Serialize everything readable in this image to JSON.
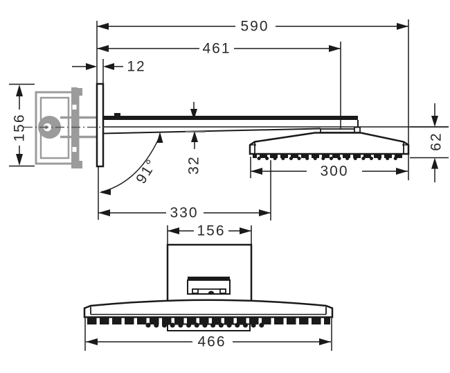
{
  "drawing": {
    "subject": "wall-mounted-overhead-shower-dimension-drawing",
    "colors": {
      "line": "#1a1a1a",
      "gray": "#9b9b9b",
      "background": "#ffffff",
      "text": "#2a2a2a"
    },
    "dimensions": {
      "projection_total": "590",
      "wall_to_head_attach": "461",
      "plate_thickness": "12",
      "plate_height": "156",
      "arm_angle": "91°",
      "arm_thickness": "32",
      "head_length_side": "300",
      "head_height": "62",
      "wall_to_spray_center": "330",
      "plate_width": "156",
      "head_width": "466"
    }
  }
}
